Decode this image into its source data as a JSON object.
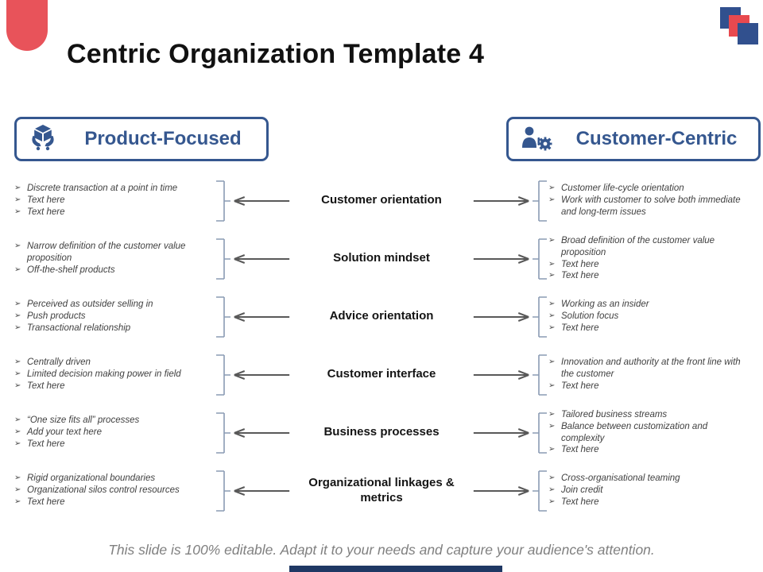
{
  "slide": {
    "title": "Centric Organization Template 4",
    "footer": "This slide is 100% editable. Adapt it to your needs and capture your audience's attention."
  },
  "columns": {
    "left": {
      "label": "Product-Focused",
      "icon": "cube-in-hands-icon"
    },
    "right": {
      "label": "Customer-Centric",
      "icon": "person-gear-icon"
    }
  },
  "glyphs": {
    "bullet": "➢"
  },
  "colors": {
    "brand_blue": "#35578f",
    "accent_red": "#e8535a",
    "arrow_gray": "#595959",
    "bracket_blue_gray": "#8a9bb4",
    "footer_gray": "#808080",
    "bottom_bar_navy": "#1f3864"
  },
  "rows": [
    {
      "dimension": "Customer orientation",
      "left": [
        "Discrete transaction at a point in time",
        "Text here",
        "Text here"
      ],
      "right": [
        "Customer life-cycle orientation",
        "Work with customer to solve both immediate and long-term issues"
      ]
    },
    {
      "dimension": "Solution mindset",
      "left": [
        "Narrow definition of the customer value proposition",
        "Off-the-shelf products"
      ],
      "right": [
        "Broad definition of the customer value proposition",
        "Text here",
        "Text here"
      ]
    },
    {
      "dimension": "Advice orientation",
      "left": [
        "Perceived as outsider selling in",
        "Push products",
        "Transactional relationship"
      ],
      "right": [
        "Working as an insider",
        "Solution focus",
        "Text here"
      ]
    },
    {
      "dimension": "Customer interface",
      "left": [
        "Centrally driven",
        "Limited decision making power in field",
        "Text here"
      ],
      "right": [
        "Innovation and authority at the front line with the customer",
        "Text here"
      ]
    },
    {
      "dimension": "Business processes",
      "left": [
        "“One size fits all” processes",
        "Add your text here",
        "Text here"
      ],
      "right": [
        "Tailored business streams",
        "Balance between customization and complexity",
        "Text here"
      ]
    },
    {
      "dimension": "Organizational linkages & metrics",
      "left": [
        "Rigid organizational boundaries",
        "Organizational silos control resources",
        "Text here"
      ],
      "right": [
        "Cross-organisational teaming",
        "Join credit",
        "Text here"
      ]
    }
  ]
}
